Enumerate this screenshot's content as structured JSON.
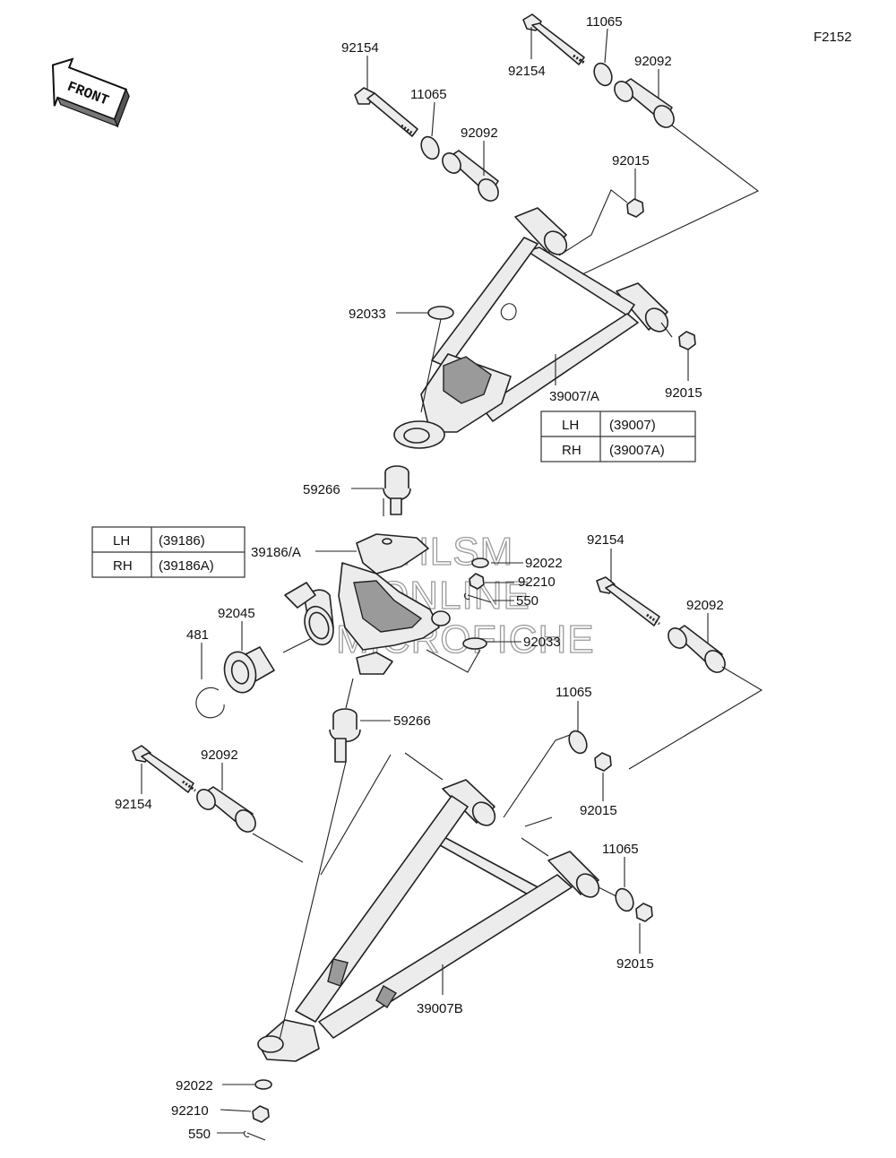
{
  "figure_code": "F2152",
  "front_label": "FRONT",
  "watermark": [
    "HLSM",
    "ONLINE",
    "MICROFICHE"
  ],
  "callouts": {
    "bolt_upper_left": "92154",
    "bolt_upper_right": "92154",
    "washer_upper_left": "11065",
    "washer_upper_right": "11065",
    "bushing_upper_left": "92092",
    "bushing_upper_right": "92092",
    "nut_upper_a": "92015",
    "nut_upper_b": "92015",
    "clip_upper": "92033",
    "upper_arm": "39007/A",
    "ball_joint_upper": "59266",
    "knuckle": "39186/A",
    "washer_knuckle": "92022",
    "nut_knuckle": "92210",
    "cotter_knuckle": "550",
    "clip_knuckle": "92033",
    "bearing": "92045",
    "snap_ring": "481",
    "bolt_mid_right": "92154",
    "bushing_mid_right": "92092",
    "ball_joint_lower": "59266",
    "washer_lower_a": "11065",
    "nut_lower_a": "92015",
    "bolt_lower_left": "92154",
    "bushing_lower_left": "92092",
    "washer_lower_b": "11065",
    "nut_lower_b": "92015",
    "lower_arm": "39007B",
    "washer_bottom": "92022",
    "nut_bottom": "92210",
    "cotter_bottom": "550"
  },
  "table_upper_arm": [
    {
      "side": "LH",
      "part": "(39007)"
    },
    {
      "side": "RH",
      "part": "(39007A)"
    }
  ],
  "table_knuckle": [
    {
      "side": "LH",
      "part": "(39186)"
    },
    {
      "side": "RH",
      "part": "(39186A)"
    }
  ]
}
